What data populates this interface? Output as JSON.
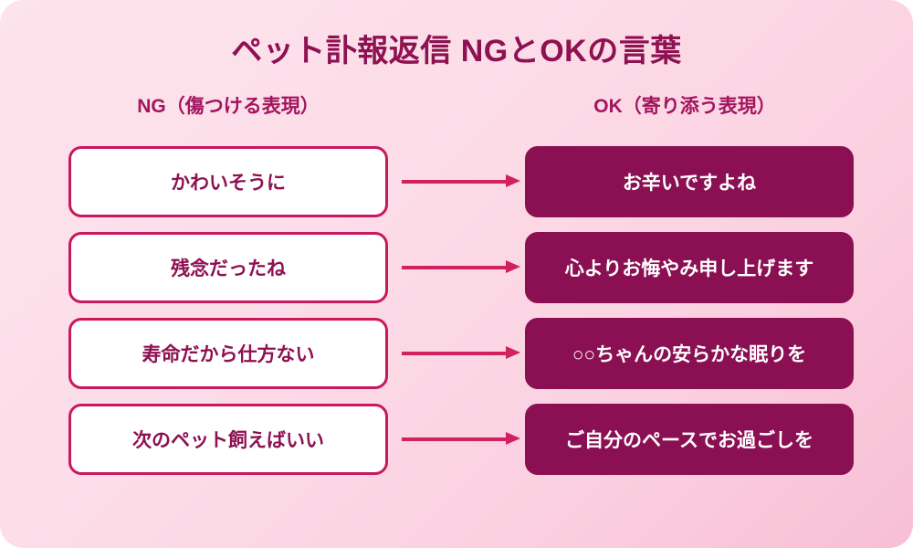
{
  "title": "ペット訃報返信 NGとOKの言葉",
  "headers": {
    "ng": "NG（傷つける表現）",
    "ok": "OK（寄り添う表現）"
  },
  "colors": {
    "deep_magenta": "#8b1053",
    "crimson": "#c8185e",
    "arrow": "#d1215f",
    "bg_light": "#fde3ec",
    "bg_deep": "#f8bfd4",
    "box_white": "#ffffff"
  },
  "rows": [
    {
      "ng": "かわいそうに",
      "arrow": "arrow-right-icon",
      "ok": "お辛いですよね"
    },
    {
      "ng": "残念だったね",
      "arrow": "arrow-right-icon",
      "ok": "心よりお悔やみ申し上げます"
    },
    {
      "ng": "寿命だから仕方ない",
      "arrow": "arrow-right-icon",
      "ok": "○○ちゃんの安らかな眠りを"
    },
    {
      "ng": "次のペット飼えばいい",
      "arrow": "arrow-right-icon",
      "ok": "ご自分のペースでお過ごしを"
    }
  ]
}
